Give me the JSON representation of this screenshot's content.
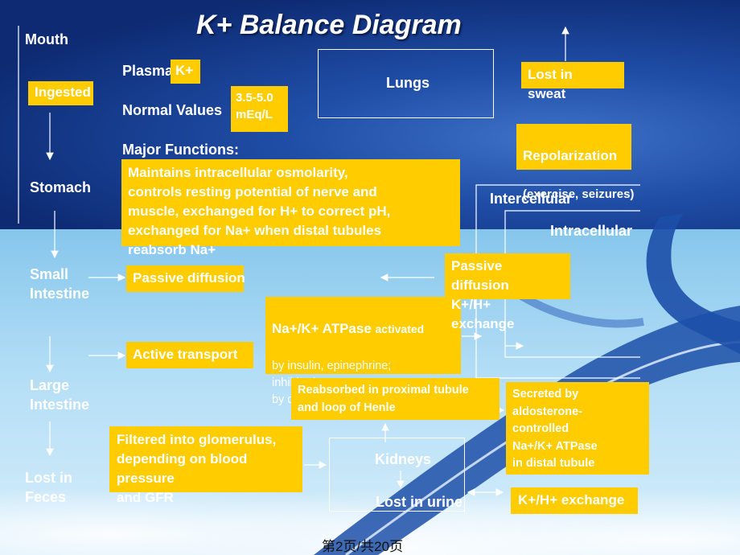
{
  "title": "K+ Balance Diagram",
  "tract": {
    "mouth": "Mouth",
    "stomach": "Stomach",
    "small_intestine": "Small\nIntestine",
    "large_intestine": "Large\nIntestine",
    "lost_feces": "Lost in\nFeces"
  },
  "boxes": {
    "ingested": "Ingested",
    "plasma_label": "Plasma",
    "plasma_k": "K+",
    "normal_values_label": "Normal Values",
    "normal_values": "3.5-5.0\nmEq/L",
    "major_functions_label": "Major Functions:",
    "major_functions": "Maintains intracellular osmolarity,\ncontrols resting potential of nerve and\nmuscle, exchanged for H+ to correct pH,\nexchanged for Na+ when distal tubules\nreabsorb Na+",
    "passive_diffusion": "Passive diffusion",
    "active_transport": "Active transport",
    "atpase_title": "Na+/K+ ATPase",
    "atpase_activated": "activated",
    "atpase_detail": "by insulin, epinephrine;\ninhibited\nby digitalis,  beta blockers",
    "passive_diffusion_exchange": "Passive\ndiffusion\nK+/H+\nexchange",
    "reabsorbed": "Reabsorbed  in proximal tubule\n and loop of Henle",
    "filtered": "Filtered into glomerulus,\ndepending  on blood pressure\nand GFR",
    "secreted": "Secreted by\naldosterone-\ncontrolled\nNa+/K+ ATPase\nin distal tubule",
    "kh_exchange": "K+/H+ exchange",
    "lost_sweat": "Lost in\nsweat",
    "repolarization": "Repolarization",
    "repolarization_detail": "(exercise, seizures)"
  },
  "labels": {
    "lungs": "Lungs",
    "intercellular": "Intercellular",
    "intracellular": "Intracellular",
    "kidneys": "Kidneys",
    "lost_urine": "Lost in urine"
  },
  "footer": "第2页/共20页",
  "colors": {
    "box_fill": "#ffcc00",
    "top_background": "#1f4da6",
    "bottom_background": "#b4def6",
    "text": "#ffffff"
  }
}
